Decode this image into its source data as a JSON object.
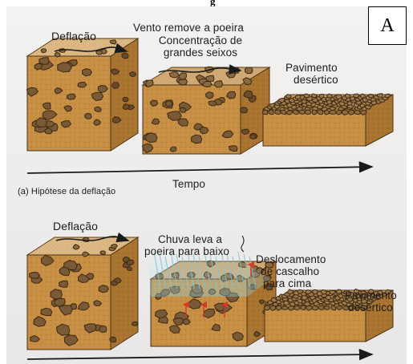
{
  "header": {
    "fragment": "g"
  },
  "panel_label": "A",
  "panel_a": {
    "deflation": "Deflação",
    "wind_removes_dust": "Vento remove a poeira",
    "concentration_line1": "Concentração de",
    "concentration_line2": "grandes seixos",
    "pavement_line1": "Pavimento",
    "pavement_line2": "desértico",
    "time": "Tempo",
    "caption": "(a) Hipótese da deflação"
  },
  "panel_b": {
    "deflation": "Deflação",
    "rain_line1": "Chuva leva a",
    "rain_line2": "poeira para baixo",
    "displacement_line1": "Deslocamento",
    "displacement_line2": "de cascalho",
    "displacement_line3": "para cima",
    "pavement_line1": "Pavimento",
    "pavement_line2": "desértico"
  },
  "colors": {
    "soil": "#c68f44",
    "soil_dark": "#9d6a2d",
    "top_surface": "#d8b07a",
    "pebble": "#7a5a34",
    "pebble_outline": "#3d2a14",
    "rain": "#8fd3e6",
    "arrow": "#1a1a1a"
  },
  "icons": [
    "wind-arrow-icon",
    "time-arrow-icon",
    "upward-arrow-icon"
  ]
}
